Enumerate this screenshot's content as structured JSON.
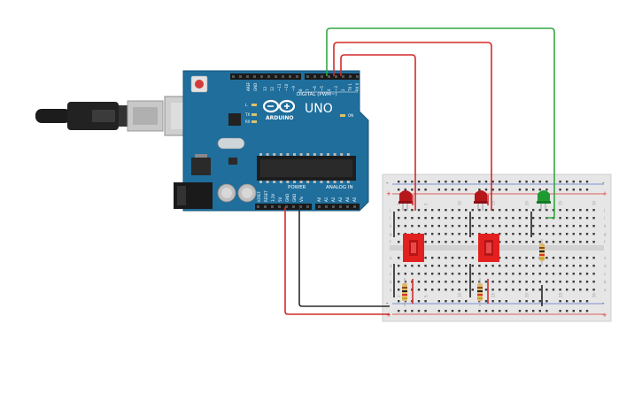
{
  "board": {
    "brand": "ARDUINO",
    "model": "UNO",
    "digital_label": "DIGITAL (PWM~)",
    "power_label": "POWER",
    "analog_label": "ANALOG IN",
    "led_on_label": "ON",
    "led_l_label": "L",
    "led_tx_label": "TX",
    "led_rx_label": "RX",
    "aref_label": "AREF",
    "gnd_label": "GND",
    "digital_pins": [
      "13",
      "12",
      "~11",
      "~10",
      "~9",
      "8",
      "7",
      "~6",
      "~5",
      "4",
      "~3",
      "2",
      "TX 1",
      "RX 0"
    ],
    "power_pins": [
      "IOREF",
      "RESET",
      "3.3V",
      "5V",
      "GND",
      "GND",
      "Vin"
    ],
    "analog_pins": [
      "A0",
      "A1",
      "A2",
      "A3",
      "A4",
      "A5"
    ]
  },
  "breadboard": {
    "row_letters_top": [
      "j",
      "i",
      "h",
      "g",
      "f"
    ],
    "row_letters_bottom": [
      "e",
      "d",
      "c",
      "b",
      "a"
    ],
    "column_numbers": [
      "1",
      "5",
      "10",
      "15",
      "20",
      "25",
      "30"
    ],
    "rail_plus": "+",
    "rail_minus": "-"
  },
  "colors": {
    "arduino_board": "#1f6e9c",
    "wire_red": "#d42a2a",
    "wire_green": "#34a843",
    "wire_black": "#2b2b2b",
    "led_red": "#b5171a",
    "led_green": "#1f9a33",
    "button_red": "#e32020",
    "breadboard": "#e6e6e6"
  }
}
